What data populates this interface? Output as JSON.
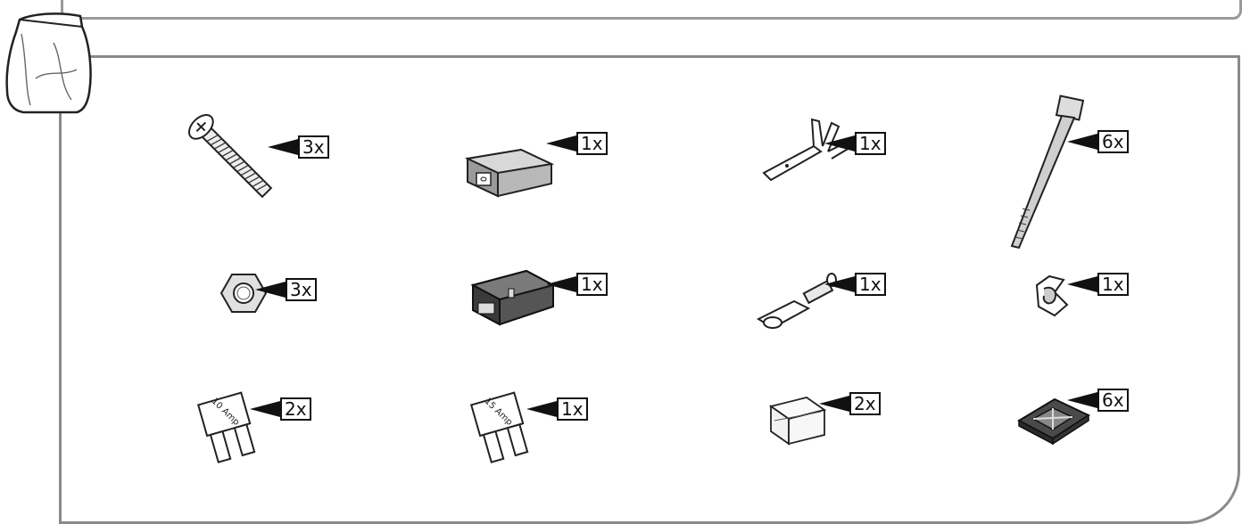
{
  "parts": [
    {
      "name": "screw",
      "qty": "3x"
    },
    {
      "name": "connector-housing-1",
      "qty": "1x"
    },
    {
      "name": "crimp-terminal-male",
      "qty": "1x"
    },
    {
      "name": "cable-tie",
      "qty": "6x"
    },
    {
      "name": "nut",
      "qty": "3x"
    },
    {
      "name": "connector-housing-2",
      "qty": "1x"
    },
    {
      "name": "crimp-terminal-female",
      "qty": "1x"
    },
    {
      "name": "wire-clip",
      "qty": "1x"
    },
    {
      "name": "fuse-10-amp",
      "qty": "2x",
      "marking": "10 Amp"
    },
    {
      "name": "fuse-15-amp",
      "qty": "1x",
      "marking": "15 Amp"
    },
    {
      "name": "fuse-holder-cover",
      "qty": "2x"
    },
    {
      "name": "cable-tie-mount",
      "qty": "6x"
    }
  ]
}
